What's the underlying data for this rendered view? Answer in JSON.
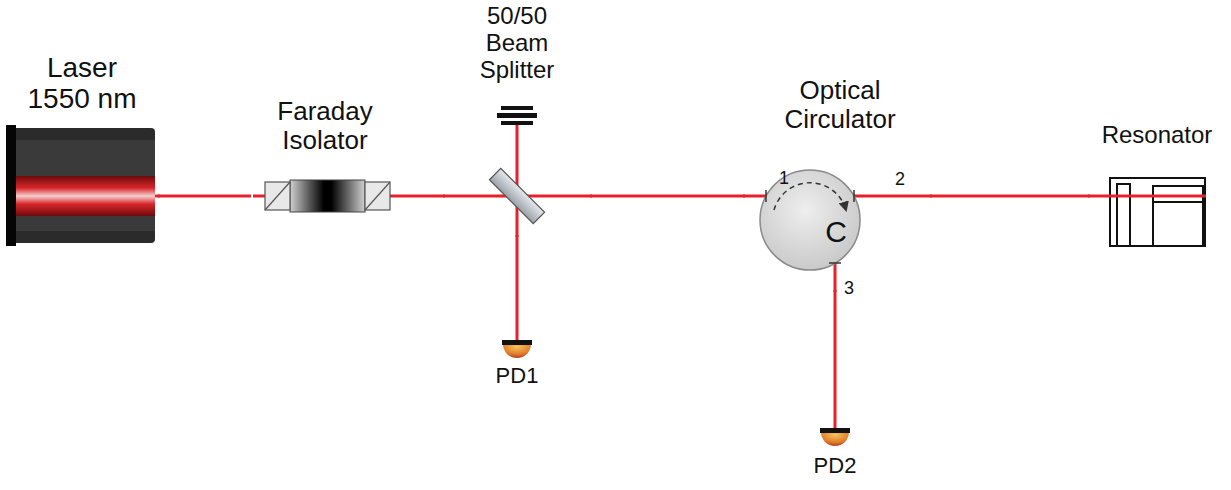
{
  "diagram": {
    "nodes": [
      {
        "text": [
          "Laser 1550 nm"
        ]
      },
      {
        "text": [
          "Faraday Isolator"
        ]
      },
      {
        "text": [
          "50/50 Beam Splitter"
        ]
      },
      {
        "text": [
          "PD1"
        ]
      },
      {
        "text": [
          "Optical Circulator",
          "C"
        ]
      },
      {
        "text": [
          "Resonator"
        ]
      },
      {
        "text": [
          "PD2"
        ]
      }
    ],
    "edges": [
      {
        "from": 0,
        "to": 1,
        "arrow": "none"
      },
      {
        "from": 1,
        "to": 2,
        "arrow": "none"
      },
      {
        "from": 2,
        "to": 3,
        "arrow": "none"
      },
      {
        "from": 2,
        "to": 4,
        "arrow": "none"
      },
      {
        "from": 4,
        "to": 5,
        "arrow": "none"
      },
      {
        "from": 4,
        "to": 6,
        "arrow": "none"
      }
    ],
    "labels": [
      "1",
      "2",
      "3"
    ]
  }
}
